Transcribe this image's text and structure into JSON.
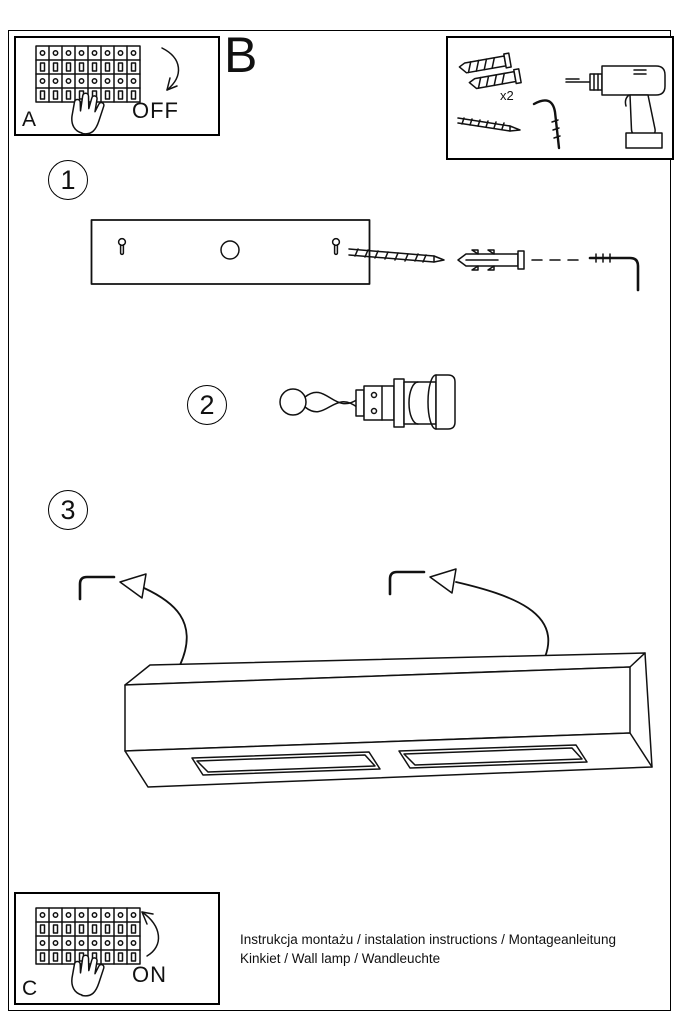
{
  "panels": {
    "a": {
      "label": "A",
      "switch_label": "OFF"
    },
    "b_label": "B",
    "c": {
      "label": "C",
      "switch_label": "ON"
    }
  },
  "tools": {
    "anchor_count": "x2"
  },
  "steps": [
    {
      "number": "1"
    },
    {
      "number": "2"
    },
    {
      "number": "3"
    }
  ],
  "footer": {
    "line1": "Instrukcja montażu / instalation instructions / Montageanleitung",
    "line2": "Kinkiet / Wall lamp / Wandleuchte"
  }
}
